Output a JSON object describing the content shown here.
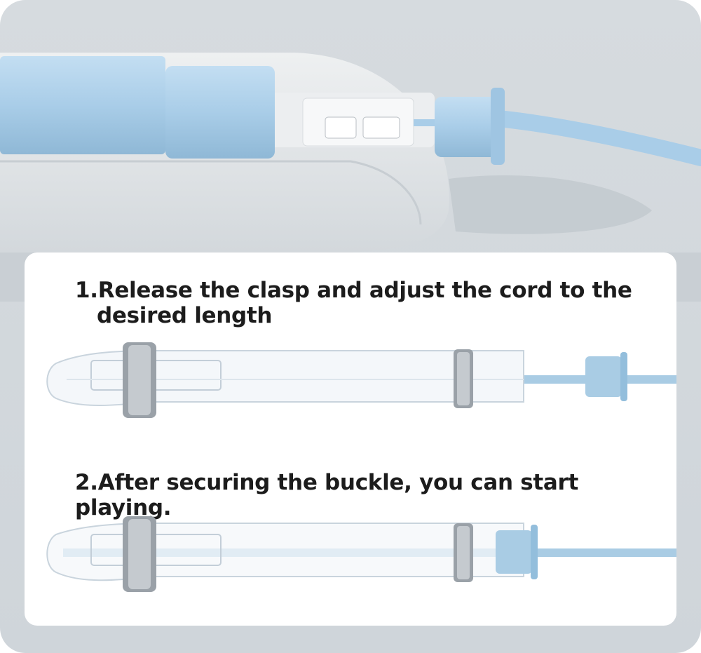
{
  "instructions": {
    "step1_line1": "1.Release the clasp and adjust the cord to the",
    "step1_line2": "desired length",
    "step2": "2.After securing the buckle, you can start playing."
  },
  "colors": {
    "cord_blue": "#a9cce4",
    "handle_blue": "#a8cde8",
    "background_grey": "#d9dee2",
    "panel_white": "#ffffff",
    "text": "#1c1c1c"
  }
}
